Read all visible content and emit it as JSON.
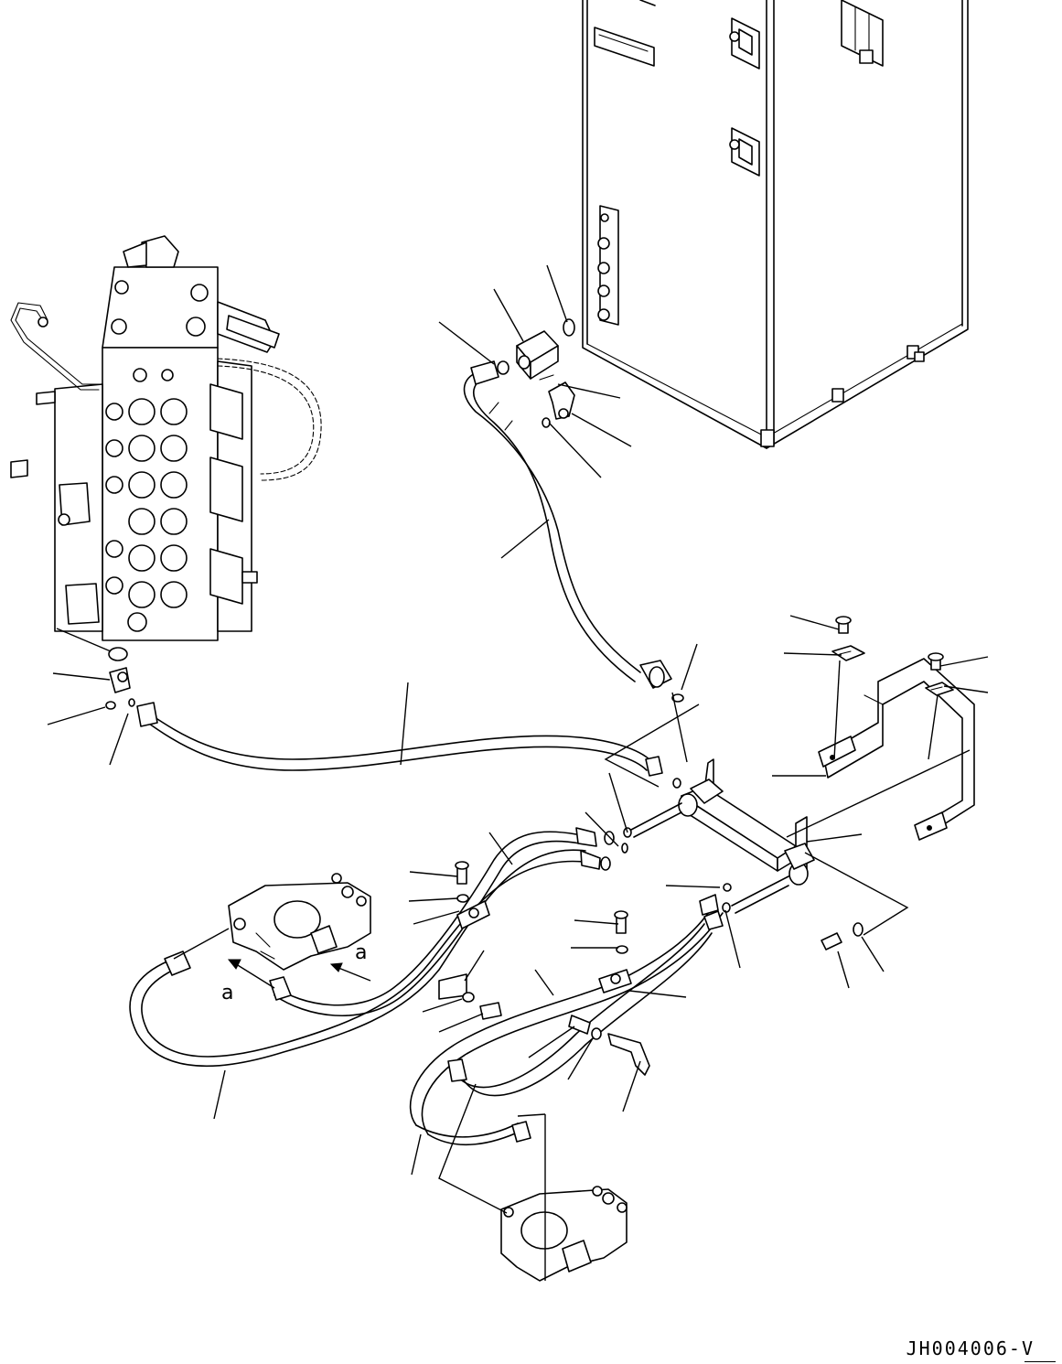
{
  "diagram": {
    "drawing_code": "JH004006-V",
    "view_marks": [
      "a",
      "a"
    ]
  }
}
